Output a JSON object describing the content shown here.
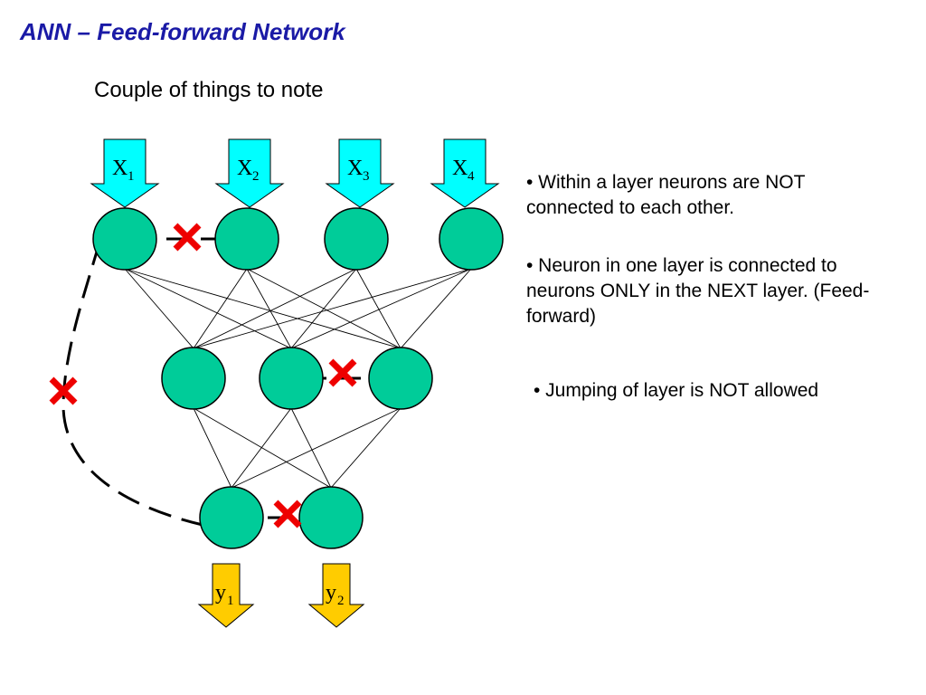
{
  "slide": {
    "title": "ANN – Feed-forward Network",
    "subtitle": "Couple of things to note"
  },
  "inputs": [
    {
      "letter": "X",
      "sub": "1"
    },
    {
      "letter": "X",
      "sub": "2"
    },
    {
      "letter": "X",
      "sub": "3"
    },
    {
      "letter": "X",
      "sub": "4"
    }
  ],
  "outputs": [
    {
      "letter": "y",
      "sub": "1"
    },
    {
      "letter": "y",
      "sub": "2"
    }
  ],
  "layers": {
    "input": 4,
    "hidden": 3,
    "output": 2
  },
  "colors": {
    "neuron": "#00cc99",
    "input_arrow": "#00ffff",
    "output_arrow": "#ffcc00",
    "forbidden_mark": "#ee0000",
    "title": "#1a1aa6"
  },
  "notes": [
    "• Within a layer neurons are NOT connected to each other.",
    "• Neuron in one layer is connected to neurons ONLY in the NEXT layer. (Feed-forward)",
    "• Jumping of layer is NOT allowed"
  ]
}
